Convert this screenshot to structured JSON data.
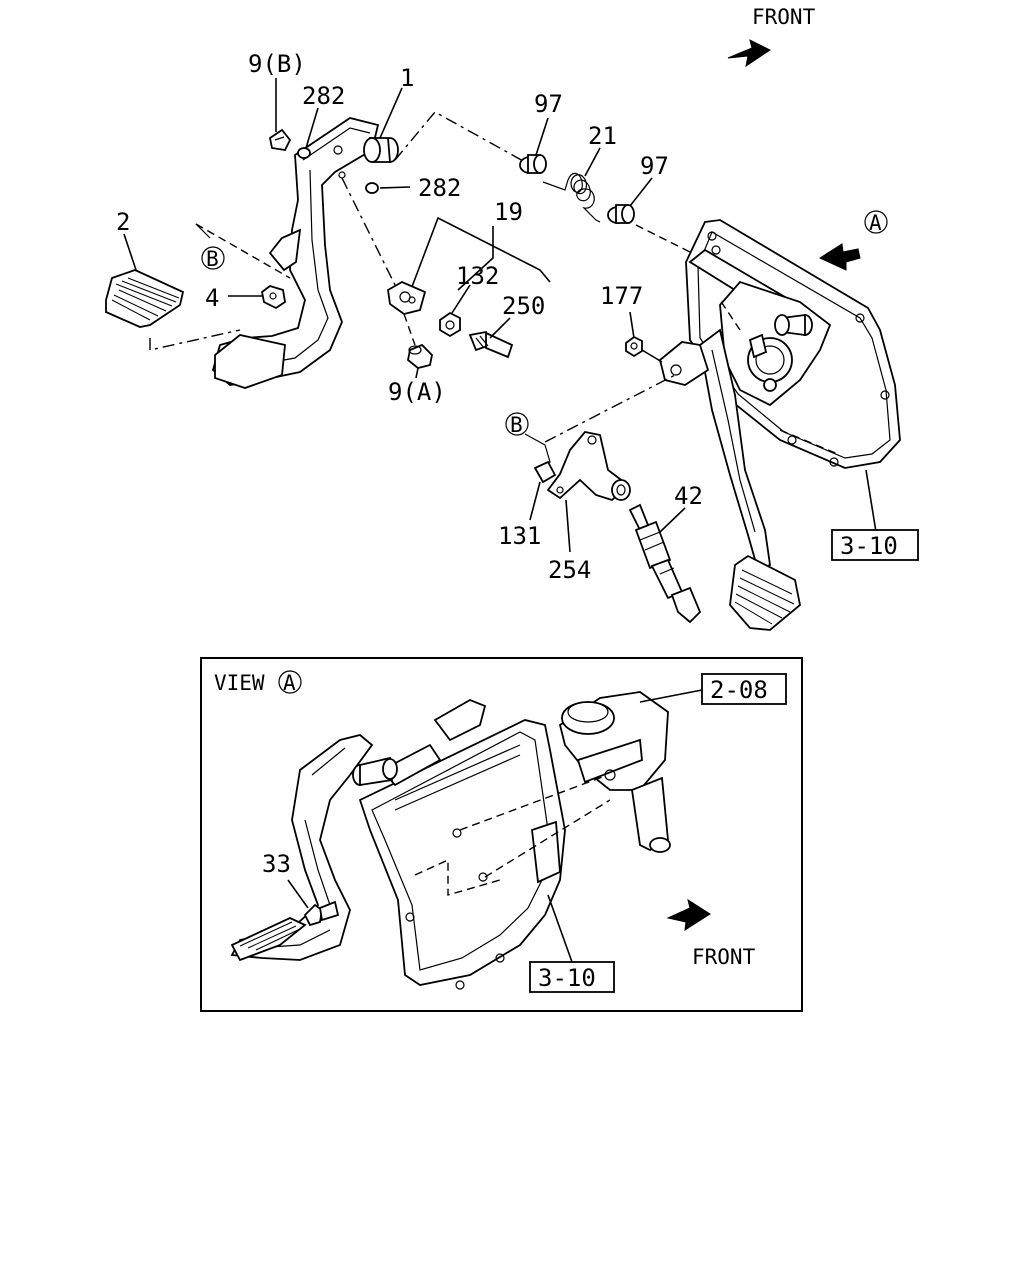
{
  "labels": {
    "front_top": "FRONT",
    "front_view": "FRONT",
    "circle_a": "A",
    "circle_b_left": "B",
    "circle_b_mid": "B",
    "view_word": "VIEW",
    "view_circle": "A",
    "p9b": "9(B)",
    "p282a": "282",
    "p1": "1",
    "p97a": "97",
    "p21": "21",
    "p97b": "97",
    "p282b": "282",
    "p19": "19",
    "p2": "2",
    "p132": "132",
    "p250": "250",
    "p4": "4",
    "p177": "177",
    "p9a": "9(A)",
    "p42": "42",
    "p131": "131",
    "p254": "254",
    "ref_310_main": "3-10",
    "ref_208": "2-08",
    "p33": "33",
    "ref_310_view": "3-10"
  }
}
